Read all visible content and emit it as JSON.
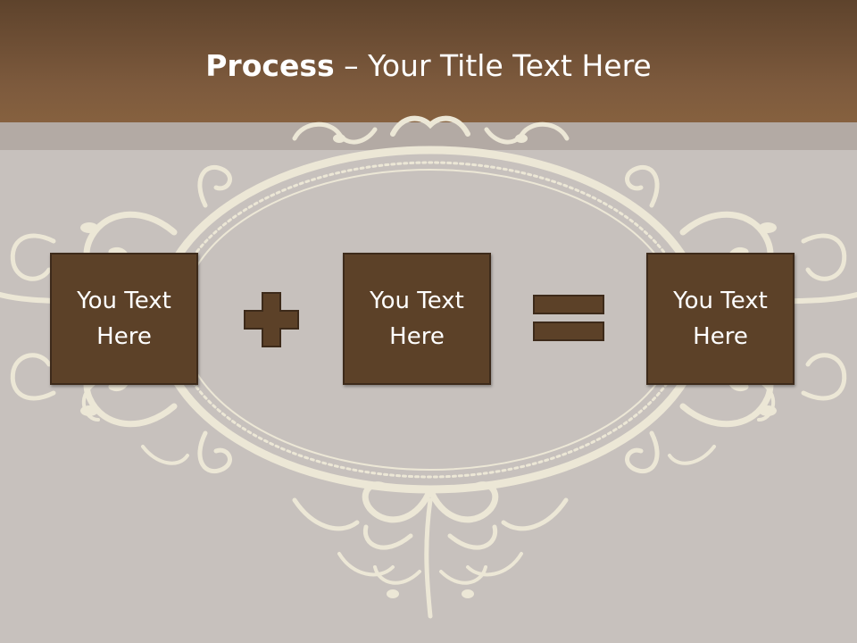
{
  "slide": {
    "title_bold": "Process",
    "title_rest": " – Your Title Text Here"
  },
  "process": {
    "step1": "You Text Here",
    "operator1": "plus-icon",
    "step2": "You Text Here",
    "operator2": "equals-icon",
    "result": "You Text Here"
  },
  "colors": {
    "header": "#7a573a",
    "background": "#c7c1bd",
    "box": "#5c4128",
    "ornament": "#ece7d6"
  }
}
